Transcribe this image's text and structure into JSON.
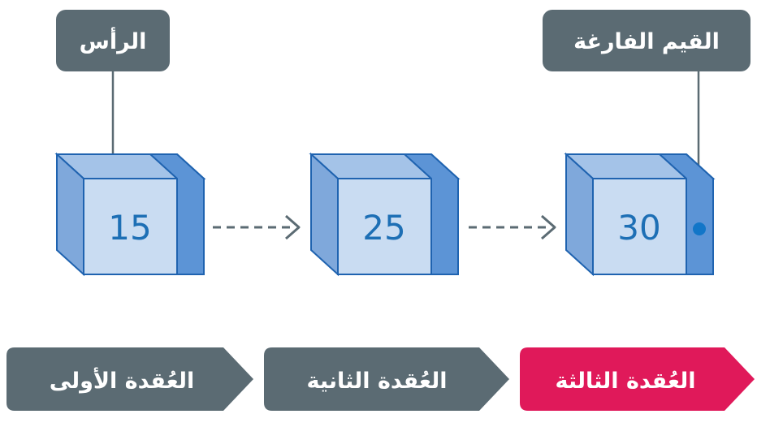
{
  "callouts": {
    "head": "الرأس",
    "null_value": "القيم الفارغة"
  },
  "nodes": [
    {
      "value": "15"
    },
    {
      "value": "25"
    },
    {
      "value": "30"
    }
  ],
  "steps": [
    {
      "label": "العُقدة الأولى"
    },
    {
      "label": "العُقدة الثانية"
    },
    {
      "label": "العُقدة الثالثة"
    }
  ],
  "colors": {
    "callout_bg": "#5b6b73",
    "cube_front": "#c9dcf2",
    "cube_top": "#a4c3e8",
    "cube_side": "#7fa8db",
    "pointer_panel": "#5c94d6",
    "cube_stroke": "#1f63b0",
    "value_text": "#1d6fb5",
    "arrow": "#5b6b73",
    "step_default": "#5b6b73",
    "step_active": "#e0195a",
    "null_dot": "#1276c8"
  }
}
